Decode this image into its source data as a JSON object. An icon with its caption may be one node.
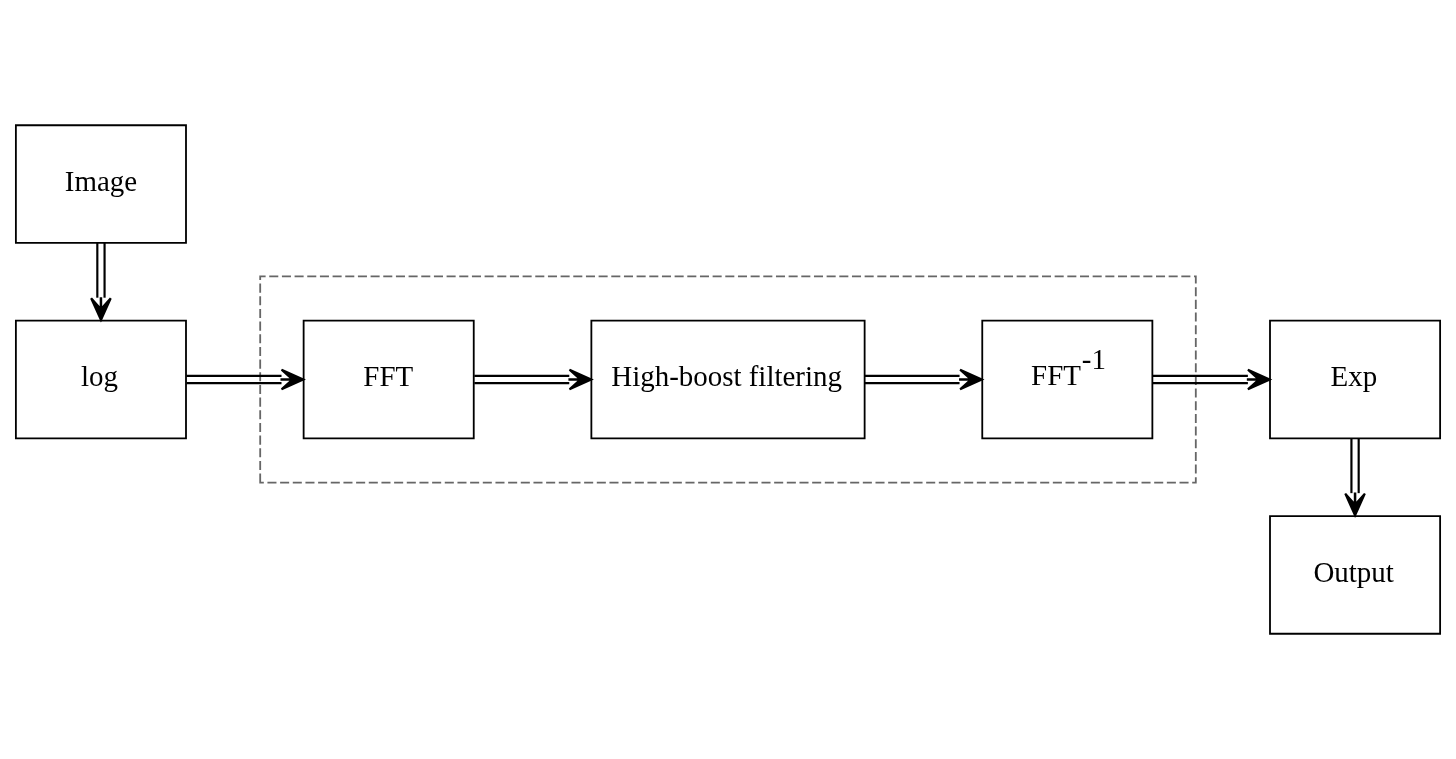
{
  "diagram": {
    "nodes": [
      {
        "text": [
          "Image"
        ]
      },
      {
        "text": [
          "log"
        ]
      },
      {
        "text": [],
        "shape": "box"
      },
      {
        "text": [
          "FFT"
        ],
        "in": 2
      },
      {
        "text": [
          "High-boost filtering"
        ],
        "in": 2
      },
      {
        "text": [
          "FFT$^{-1}$"
        ],
        "in": 2
      },
      {
        "text": [
          "Exp"
        ]
      },
      {
        "text": [
          "Output"
        ]
      }
    ],
    "edges": [
      {
        "from": 0,
        "to": 1,
        "arrow": "to"
      },
      {
        "from": 1,
        "to": 3,
        "arrow": "to"
      },
      {
        "from": 3,
        "to": 4,
        "arrow": "to"
      },
      {
        "from": 4,
        "to": 5,
        "arrow": "to"
      },
      {
        "from": 5,
        "to": 6,
        "arrow": "to"
      },
      {
        "from": 6,
        "to": 7,
        "arrow": "to"
      }
    ]
  }
}
